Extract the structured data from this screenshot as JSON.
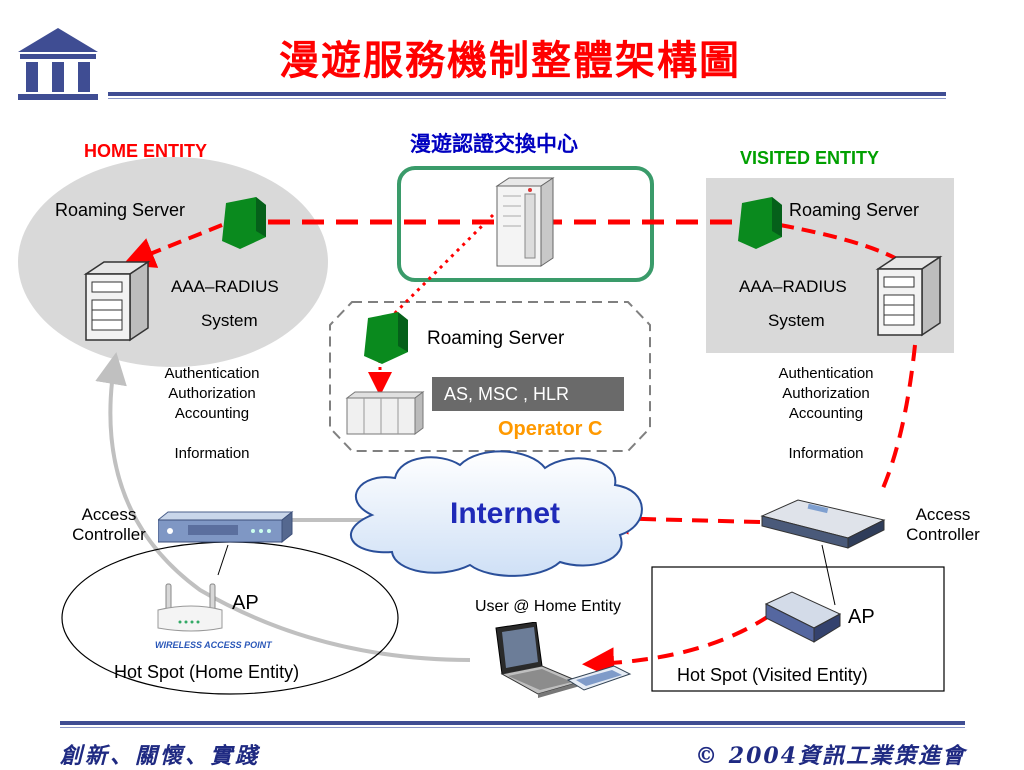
{
  "header": {
    "title": "漫遊服務機制整體架構圖"
  },
  "home": {
    "entity_label": "HOME ENTITY",
    "roaming_server": "Roaming Server",
    "aaa": "AAA–RADIUS",
    "system": "System",
    "aaa_info": [
      "Authentication",
      "Authorization",
      "Accounting",
      "",
      "Information"
    ],
    "access_controller": [
      "Access",
      "Controller"
    ],
    "ap": "AP",
    "ap_caption": "WIRELESS ACCESS POINT",
    "hotspot": "Hot Spot (Home Entity)"
  },
  "exchange": {
    "label": "漫遊認證交換中心"
  },
  "operator": {
    "roaming_server": "Roaming Server",
    "systems": "AS, MSC , HLR",
    "name": "Operator C"
  },
  "visited": {
    "entity_label": "VISITED ENTITY",
    "roaming_server": "Roaming Server",
    "aaa": "AAA–RADIUS",
    "system": "System",
    "aaa_info": [
      "Authentication",
      "Authorization",
      "Accounting",
      "",
      "Information"
    ],
    "access_controller": [
      "Access",
      "Controller"
    ],
    "ap": "AP",
    "hotspot": "Hot Spot (Visited Entity)"
  },
  "internet": {
    "label": "Internet"
  },
  "user": {
    "label": "User @ Home Entity"
  },
  "footer": {
    "left": "創新、關懷、實踐",
    "right": "© 2004資訊工業策進會"
  },
  "colors": {
    "title": "#ff0000",
    "accent_rule": "#3f4d93",
    "roaming_link": "#ff0000",
    "exchange_border": "#3a9b6a",
    "home_ellipse": "#d9d9d9",
    "visited_panel": "#d9d9d9",
    "server_shield": "#0a8a1e",
    "operator_label": "#ff9900",
    "internet_label": "#1f2ab8",
    "home_path": "#c0c0c0"
  }
}
